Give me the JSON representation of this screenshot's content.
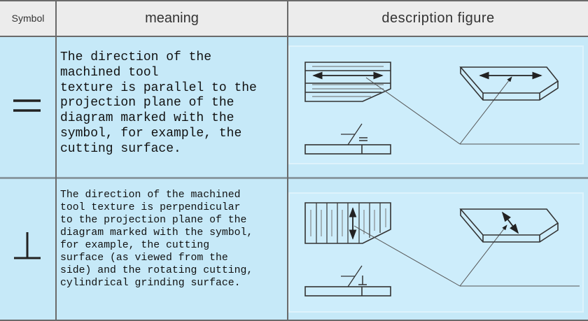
{
  "table": {
    "headers": {
      "symbol": "Symbol",
      "meaning": "meaning",
      "figure": "description figure"
    },
    "rows": [
      {
        "symbol": "=",
        "symbol_icon": "parallel-symbol-icon",
        "meaning": "The direction of the\nmachined tool\ntexture is parallel to the\nprojection plane of the\ndiagram marked with the\nsymbol, for example, the\ncutting surface."
      },
      {
        "symbol": "⊥",
        "symbol_icon": "perpendicular-symbol-icon",
        "meaning": "The direction of the machined\ntool texture is perpendicular\nto the projection plane of the\ndiagram marked with the symbol,\n for example, the cutting\nsurface (as viewed from the\nside) and the rotating cutting,\n cylindrical grinding surface."
      }
    ]
  },
  "colors": {
    "header_bg": "#ececec",
    "body_bg": "#c6e9f8",
    "border": "#6a6a6a"
  }
}
